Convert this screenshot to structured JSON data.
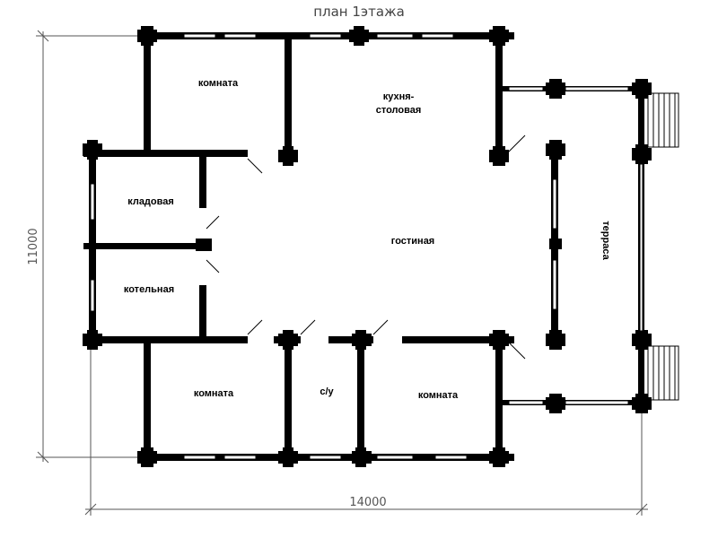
{
  "title": "план 1этажа",
  "rooms": {
    "room_top_left": "комната",
    "kitchen_line1": "кухня-",
    "kitchen_line2": "столовая",
    "pantry": "кладовая",
    "boiler": "котельная",
    "living": "гостиная",
    "terrace": "терраса",
    "room_bottom_left": "комната",
    "wc": "с/у",
    "room_bottom_right": "комната"
  },
  "dimensions": {
    "height": "11000",
    "width": "14000"
  },
  "colors": {
    "wall": "#000000",
    "window": "#ffffff",
    "dim_line": "#555555"
  }
}
